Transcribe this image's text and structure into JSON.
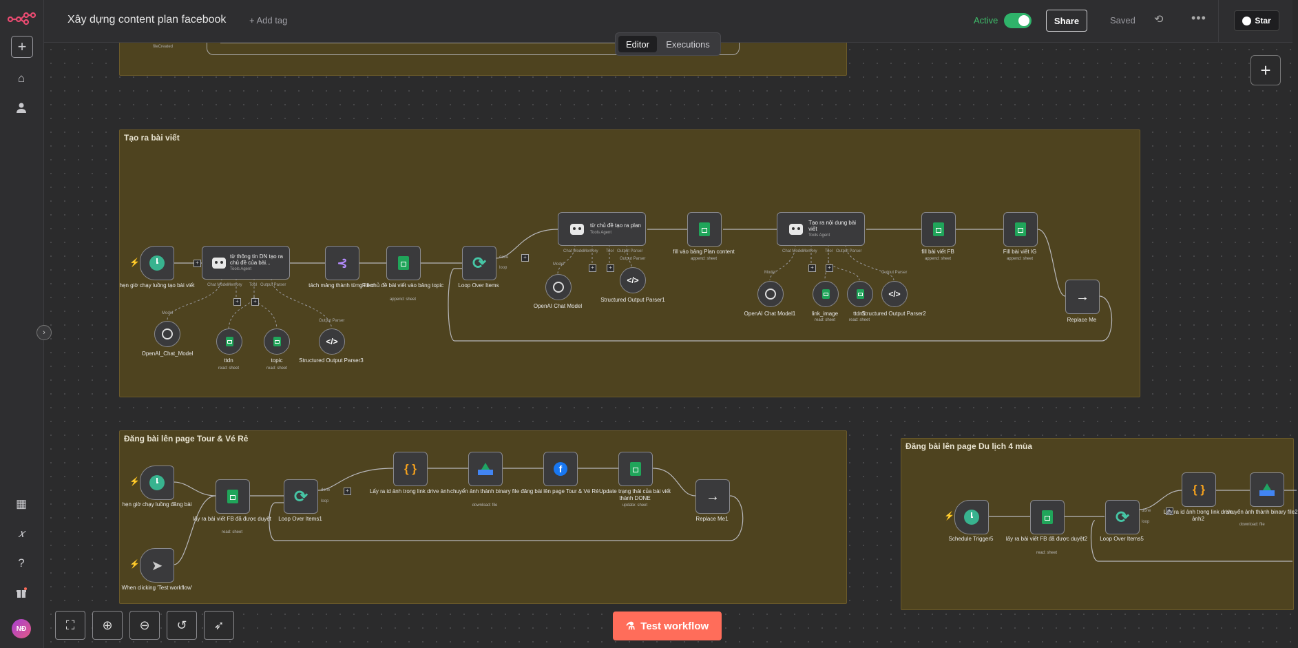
{
  "app": {
    "logo": "n8n-logo"
  },
  "workflow": {
    "title": "Xây dựng content plan facebook",
    "add_tag": "+ Add tag"
  },
  "header": {
    "active_label": "Active",
    "active": true,
    "share": "Share",
    "saved": "Saved",
    "star": "Star"
  },
  "tabs": [
    {
      "label": "Editor",
      "active": true
    },
    {
      "label": "Executions",
      "active": false
    }
  ],
  "sidebar": {
    "items": [
      "add-icon",
      "home-icon",
      "user-icon",
      "templates-icon",
      "variables-icon",
      "help-icon",
      "gift-icon"
    ],
    "avatar": "NĐ"
  },
  "top_group": {
    "leftover_label": "fileCreated"
  },
  "groups": {
    "g1": {
      "title": "Tạo ra bài viết"
    },
    "g2": {
      "title": "Đăng bài lên page Tour & Vé Rẻ"
    },
    "g3": {
      "title": "Đăng bài lên page Du lịch 4 mùa"
    }
  },
  "nodes": {
    "n1": {
      "label": "hẹn giờ chạy luồng tạo bài viết"
    },
    "n2": {
      "title": "từ thông tin DN tạo ra chủ đề của bài...",
      "sub": "Tools Agent"
    },
    "n3": {
      "label": "tách mảng thành từng item"
    },
    "n4": {
      "label": "Fill chủ đề bài viết vào bảng topic",
      "sub": "append: sheet"
    },
    "n5": {
      "label": "Loop Over Items"
    },
    "n6": {
      "title": "từ chủ đề tạo ra plan",
      "sub": "Tools Agent"
    },
    "n7": {
      "label": "fill vào bảng Plan content",
      "sub": "append: sheet"
    },
    "n8": {
      "title": "Tạo ra nội dung bài viết",
      "sub": "Tools Agent"
    },
    "n9": {
      "label": "fill bài viết FB",
      "sub": "append: sheet"
    },
    "n10": {
      "label": "Fill bài viết IG",
      "sub": "append: sheet"
    },
    "n11": {
      "label": "Replace Me"
    },
    "s1": {
      "label": "OpenAI_Chat_Model"
    },
    "s2": {
      "label": "ttdn",
      "sub": "read: sheet"
    },
    "s3": {
      "label": "topic",
      "sub": "read: sheet"
    },
    "s4": {
      "label": "Structured Output Parser3"
    },
    "s5": {
      "label": "OpenAI Chat Model"
    },
    "s6": {
      "label": "Structured Output Parser1"
    },
    "s7": {
      "label": "OpenAI Chat Model1"
    },
    "s8": {
      "label": "link_image",
      "sub": "read: sheet"
    },
    "s9": {
      "label": "ttdn1",
      "sub": "read: sheet"
    },
    "s10": {
      "label": "Structured Output Parser2"
    },
    "b1": {
      "label": "hẹn giờ chạy luồng đăng bài"
    },
    "b2": {
      "label": "When clicking 'Test workflow'"
    },
    "b3": {
      "label": "lấy ra bài viết FB đã được duyệt",
      "sub": "read: sheet"
    },
    "b4": {
      "label": "Loop Over Items1"
    },
    "b5": {
      "label": "Lấy ra id ảnh trong link drive ảnh"
    },
    "b6": {
      "label": "chuyển ảnh thành binary file",
      "sub": "download: file"
    },
    "b7": {
      "label": "đăng bài lên page Tour & Vé Rẻ"
    },
    "b8": {
      "label": "Update trạng thái của bài viết thành DONE",
      "sub": "update: sheet"
    },
    "b9": {
      "label": "Replace Me1"
    },
    "c1": {
      "label": "Schedule Trigger5"
    },
    "c2": {
      "label": "lấy ra bài viết FB đã được duyệt2",
      "sub": "read: sheet"
    },
    "c3": {
      "label": "Loop Over Items5"
    },
    "c4": {
      "label": "Lấy ra id ảnh trong link drive ảnh2"
    },
    "c5": {
      "label": "chuyển ảnh thành binary file2",
      "sub": "download: file"
    }
  },
  "port_labels": {
    "model": "Model",
    "chat_model": "Chat Model",
    "memory": "Memory",
    "tool": "Tool",
    "output_parser": "Output Parser",
    "done": "done",
    "loop": "loop"
  },
  "footer": {
    "test_workflow": "Test workflow"
  }
}
